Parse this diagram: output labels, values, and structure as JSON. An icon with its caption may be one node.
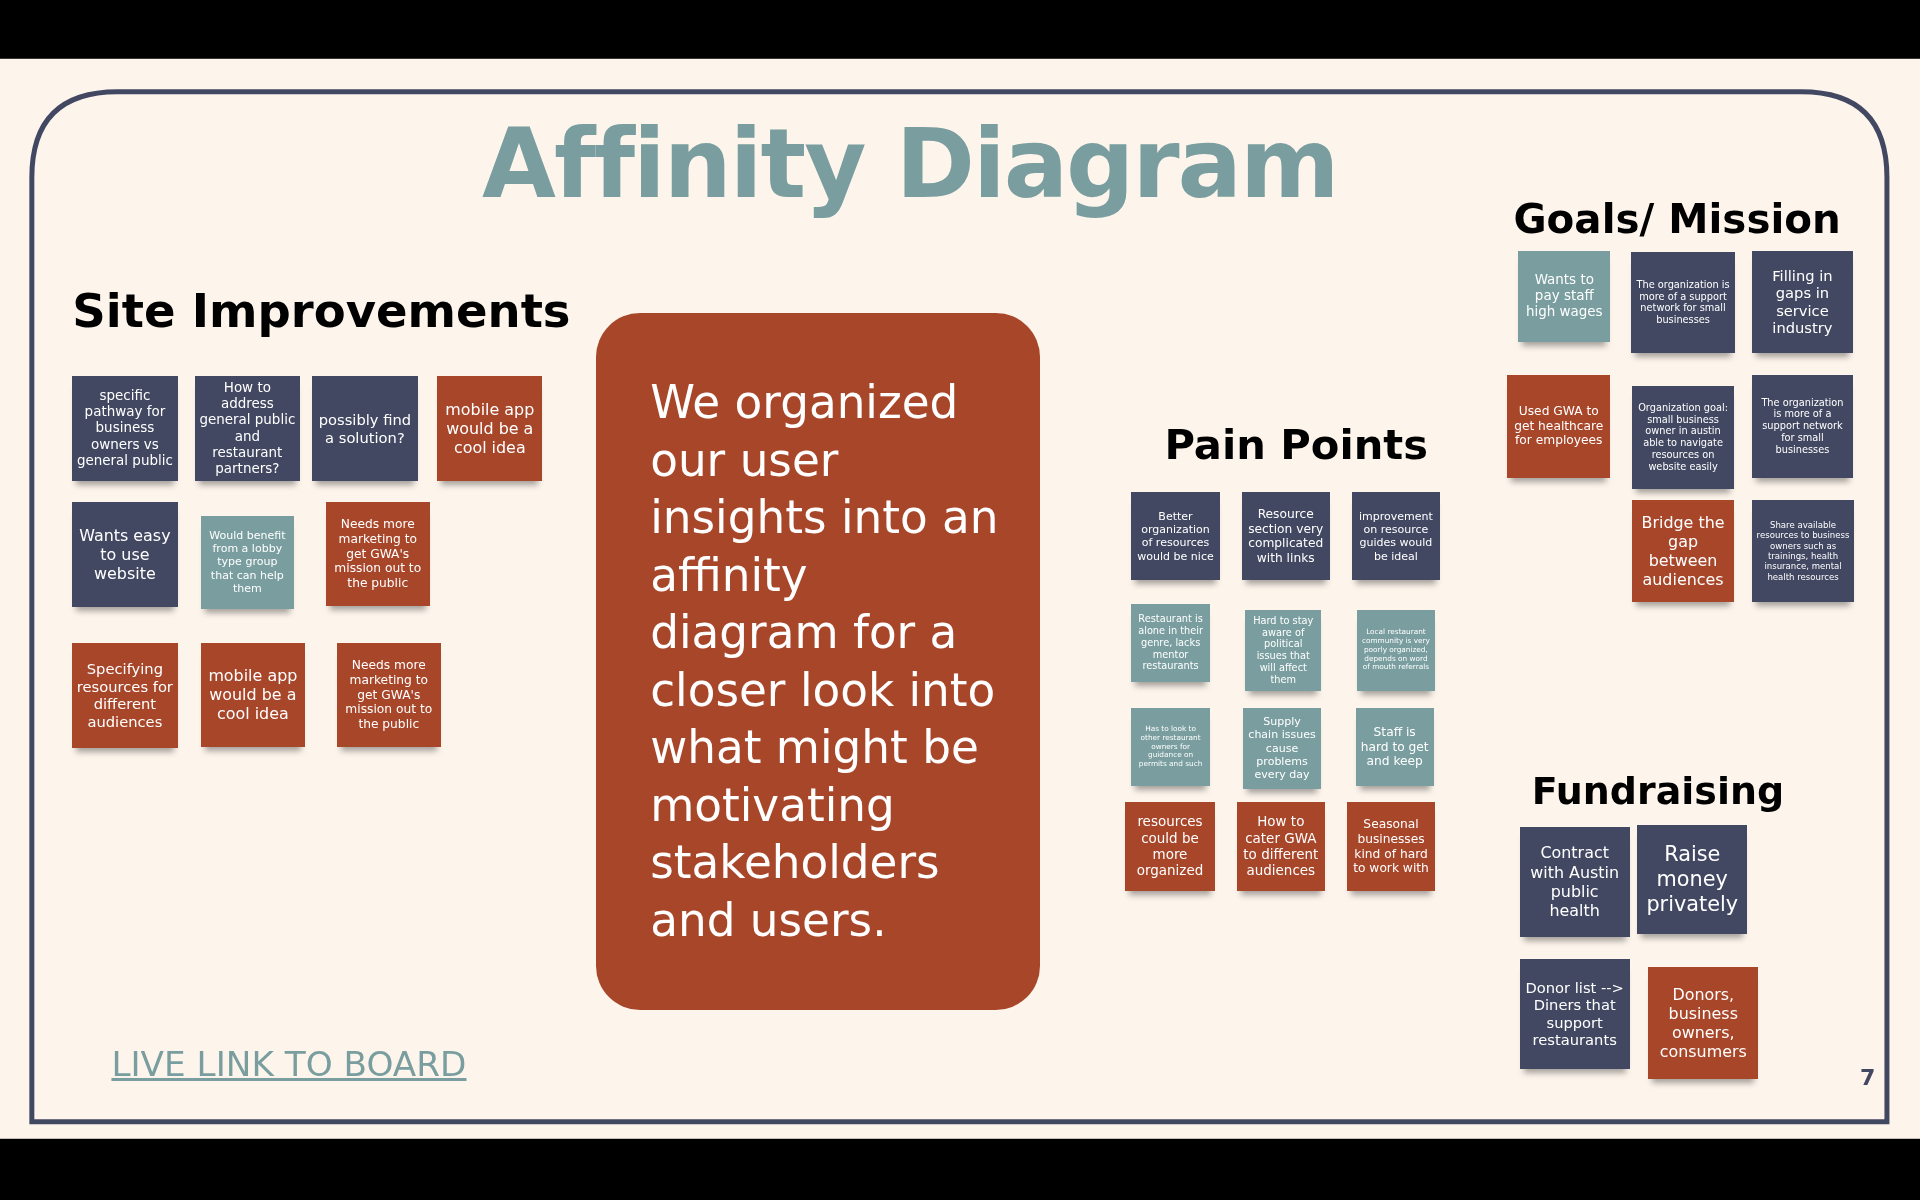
{
  "diagram": {
    "title": "Affinity Diagram",
    "nodes": [
      {
        "text": [
          "specific pathway for business owners vs general public"
        ]
      },
      {
        "text": [
          "How to address general public and restaurant partners?"
        ]
      },
      {
        "text": [
          "possibly find a solution?"
        ]
      },
      {
        "text": [
          "mobile app would be a cool idea"
        ]
      },
      {
        "text": [
          "Wants easy to use website"
        ]
      },
      {
        "text": [
          "Would benefit from a lobby type group that can help them"
        ]
      },
      {
        "text": [
          "Needs more marketing to get GWA's mission out to the public"
        ]
      },
      {
        "text": [
          "Specifying resources for different audiences"
        ]
      },
      {
        "text": [
          "mobile app would be a cool idea"
        ]
      },
      {
        "text": [
          "Needs more marketing to get GWA's mission out to the public"
        ]
      },
      {
        "text": [
          "We organized our user insights into an affinity diagram for a closer look into what might be motivating stakeholders and users."
        ]
      },
      {
        "text": [
          "Better organization of resources would be nice"
        ]
      },
      {
        "text": [
          "Resource section very complicated with links"
        ]
      },
      {
        "text": [
          "improvement on resource guides would be ideal"
        ]
      },
      {
        "text": [
          "Restaurant is alone in their genre, lacks mentor restaurants"
        ]
      },
      {
        "text": [
          "Hard to stay aware of political issues that will affect them"
        ]
      },
      {
        "text": [
          "Local restaurant community is very poorly organized, depends on word of mouth referrals"
        ]
      },
      {
        "text": [
          "Has to look to other restaurant owners for guidance on permits and such"
        ]
      },
      {
        "text": [
          "Supply chain issues cause problems every day"
        ]
      },
      {
        "text": [
          "Staff is hard to get and keep"
        ]
      },
      {
        "text": [
          "resources could be more organized"
        ]
      },
      {
        "text": [
          "How to cater GWA to different audiences"
        ]
      },
      {
        "text": [
          "Seasonal businesses kind of hard to work with"
        ]
      },
      {
        "text": [
          "Wants to pay staff high wages"
        ]
      },
      {
        "text": [
          "The organization is more of a support network for small businesses"
        ]
      },
      {
        "text": [
          "Filling in gaps in service industry"
        ]
      },
      {
        "text": [
          "Used GWA to get healthcare for employees"
        ]
      },
      {
        "text": [
          "Organization goal: small business owner in austin able to navigate resources on website easily"
        ]
      },
      {
        "text": [
          "The organization is more of a support network for small businesses"
        ]
      },
      {
        "text": [
          "Bridge the gap between audiences"
        ]
      },
      {
        "text": [
          "Share available resources to business owners such as trainings, health insurance, mental health resources"
        ]
      },
      {
        "text": [
          "Contract with Austin public health"
        ]
      },
      {
        "text": [
          "Raise money privately"
        ]
      },
      {
        "text": [
          "Donor list --> Diners that support restaurants"
        ]
      },
      {
        "text": [
          "Donors, business owners, consumers"
        ]
      }
    ],
    "edges": [],
    "labels": [
      "Site Improvements",
      "Goals/ Mission",
      "Pain Points",
      "Fundraising",
      "LIVE LINK TO BOARD",
      "7"
    ]
  }
}
